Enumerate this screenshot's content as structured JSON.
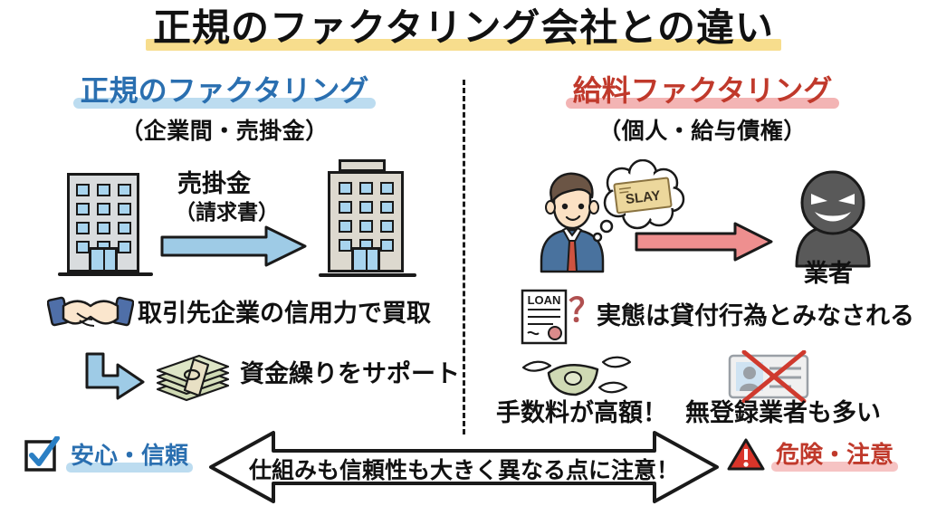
{
  "title": "正規のファクタリング会社との違い",
  "colors": {
    "title_highlight": "#f7dd8d",
    "legit_accent": "#2a6fb0",
    "legit_highlight": "#bcdcf0",
    "salary_accent": "#c0392b",
    "salary_highlight": "#f3b4b4",
    "legit_arrow": "#9ecbe6",
    "salary_arrow": "#ee8f8f",
    "villain": "#595959",
    "ink": "#111111"
  },
  "left_column": {
    "heading": "正規のファクタリング",
    "subheading": "（企業間・売掛金）",
    "flow": {
      "label_line1": "売掛金",
      "label_line2": "（請求書）",
      "from_icon": "office-building-icon",
      "to_icon": "office-building-icon",
      "arrow_icon": "right-arrow-icon"
    },
    "points": [
      {
        "icon": "handshake-icon",
        "text": "取引先企業の信用力で買取"
      },
      {
        "icon": "cash-bundle-icon",
        "text": "資金繰りをサポート",
        "lead_icon": "turn-down-right-arrow-icon"
      }
    ]
  },
  "right_column": {
    "heading": "給料ファクタリング",
    "subheading": "（個人・給与債権）",
    "flow": {
      "person_icon": "businessman-icon",
      "thought_icon": "thought-bubble-icon",
      "ticket_text": "SLAY",
      "arrow_icon": "right-arrow-icon",
      "target_icon": "villain-icon",
      "target_label": "業者"
    },
    "points": [
      {
        "icon": "loan-document-icon",
        "doc_label": "LOAN",
        "marker": "question-mark-icon",
        "text": "実態は貸付行為とみなされる"
      },
      {
        "icon": "flying-money-icon",
        "text": "手数料が高額！"
      },
      {
        "icon": "id-card-crossed-out-icon",
        "text": "無登録業者も多い"
      }
    ]
  },
  "footer": {
    "left_badge": {
      "icon": "checkbox-checked-icon",
      "text": "安心・信頼"
    },
    "right_badge": {
      "icon": "warning-triangle-icon",
      "text": "危険・注意"
    },
    "caption": "仕組みも信頼性も大きく異なる点に注意！"
  }
}
